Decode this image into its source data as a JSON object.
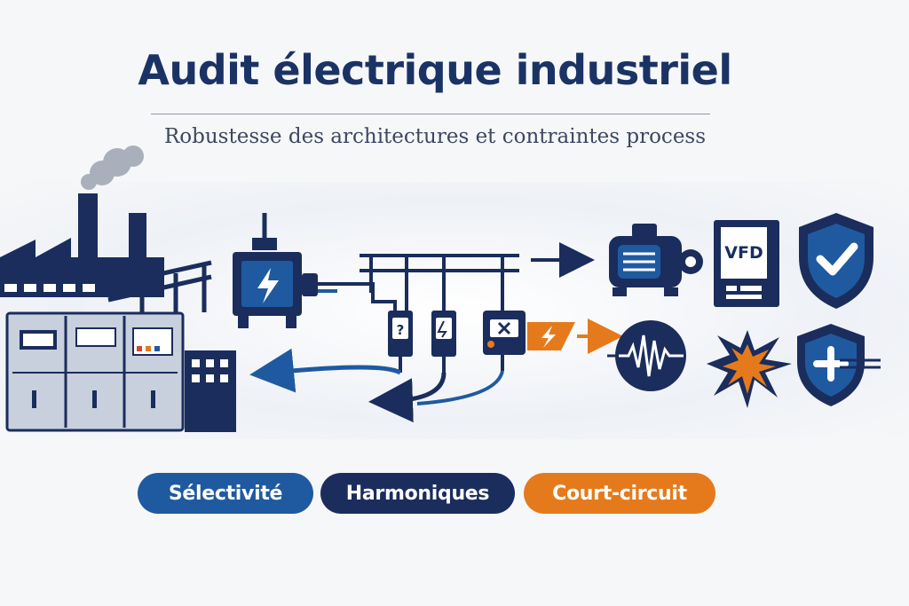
{
  "title": "Audit électrique industriel",
  "subtitle": "Robustesse des architectures et contraintes process",
  "vfd_label": "VFD",
  "tags": [
    {
      "label": "Sélectivité",
      "color": "#1f5aa0"
    },
    {
      "label": "Harmoniques",
      "color": "#1a2d5c"
    },
    {
      "label": "Court-circuit",
      "color": "#e57a1c"
    }
  ],
  "colors": {
    "navy": "#1a2d5c",
    "blue": "#1f5aa0",
    "orange": "#e57a1c",
    "steel": "#8a93a6"
  },
  "icons": [
    "factory-icon",
    "switchboard-icon",
    "transformer-icon",
    "busbar-icon",
    "circuit-breaker-icon",
    "motor-icon",
    "vfd-icon",
    "shield-check-icon",
    "waveform-icon",
    "explosion-icon",
    "shield-plus-icon"
  ]
}
